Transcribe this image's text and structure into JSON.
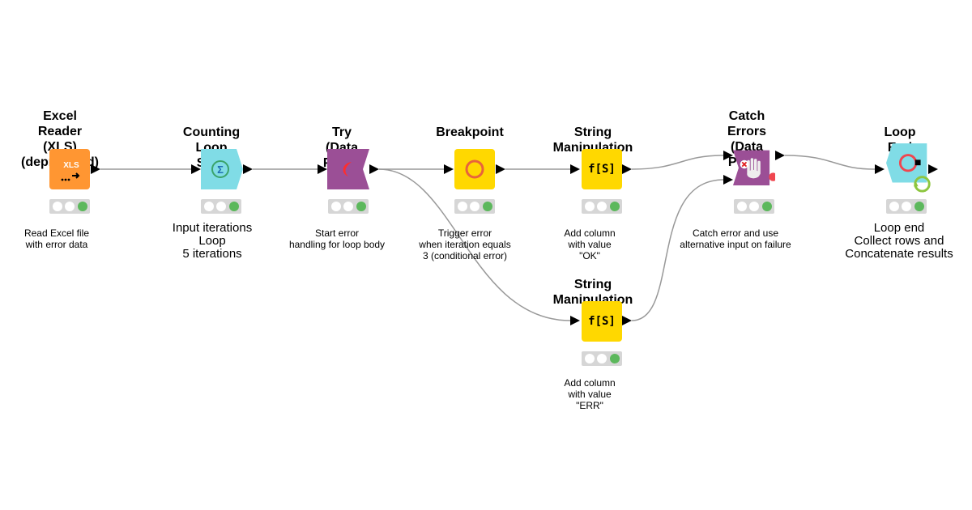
{
  "nodes": {
    "excel_reader": {
      "title": "Excel Reader (XLS)\n(deprecated)",
      "icon_label": "XLS",
      "icon": "xls-reader-icon",
      "status": [
        "empty",
        "empty",
        "green"
      ],
      "description": "Read Excel file\nwith error data"
    },
    "counting_loop_start": {
      "title": "Counting Loop Start",
      "icon": "sigma-loop-icon",
      "status": [
        "empty",
        "empty",
        "green"
      ],
      "description": "Input iterations\nLoop\n5 iterations"
    },
    "try": {
      "title": "Try (Data Ports)",
      "icon": "try-icon",
      "status": [
        "empty",
        "empty",
        "green"
      ],
      "description": "Start error\nhandling for loop body"
    },
    "breakpoint": {
      "title": "Breakpoint",
      "icon": "breakpoint-icon",
      "status": [
        "empty",
        "empty",
        "green"
      ],
      "description": "Trigger error\nwhen iteration equals\n3 (conditional error)"
    },
    "string_manipulation_1": {
      "title": "String Manipulation",
      "icon_label": "f[S]",
      "icon": "string-manipulation-icon",
      "status": [
        "empty",
        "empty",
        "green"
      ],
      "description": "Add column\nwith value\n\"OK\""
    },
    "string_manipulation_2": {
      "title": "String Manipulation",
      "icon_label": "f[S]",
      "icon": "string-manipulation-icon",
      "status": [
        "empty",
        "empty",
        "green"
      ],
      "description": "Add column\nwith value\n\"ERR\""
    },
    "catch_errors": {
      "title": "Catch Errors\n(Data Ports)",
      "icon": "catch-errors-icon",
      "status": [
        "empty",
        "empty",
        "green"
      ],
      "description": "Catch error and use\nalternative input on failure"
    },
    "loop_end": {
      "title": "Loop End",
      "icon": "loop-end-icon",
      "status": [
        "empty",
        "empty",
        "green"
      ],
      "description": "Loop end\nCollect rows and\nConcatenate results"
    }
  },
  "colors": {
    "reader": "#ff9632",
    "loop": "#80dce6",
    "try": "#9b4f96",
    "manipulator": "#ffd800",
    "connection": "#999999",
    "status_green": "#5cb85c",
    "status_bar": "#d6d6d6",
    "error_dot": "#f0464f"
  }
}
